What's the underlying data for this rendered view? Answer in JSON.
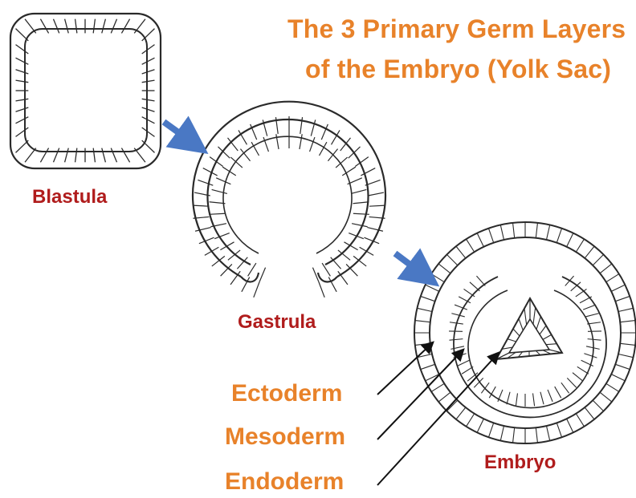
{
  "title": {
    "line1": "The 3 Primary Germ Layers",
    "line2": "of the Embryo (Yolk Sac)"
  },
  "stages": {
    "blastula": "Blastula",
    "gastrula": "Gastrula",
    "embryo": "Embryo"
  },
  "layers": {
    "ectoderm": "Ectoderm",
    "mesoderm": "Mesoderm",
    "endoderm": "Endoderm"
  },
  "colors": {
    "title": "#e8822a",
    "layer_label": "#e8822a",
    "stage_label": "#b01c1c",
    "arrow": "#4a78c4",
    "ink": "#2a2a2a"
  }
}
